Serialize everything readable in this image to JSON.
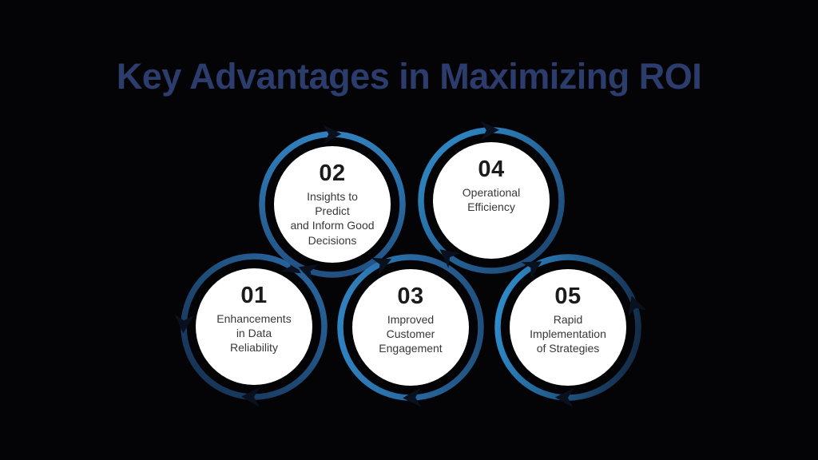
{
  "title": "Key Advantages in Maximizing ROI",
  "colors": {
    "background": "#040406",
    "title": "#2b3c6d",
    "circle_fill": "#ffffff",
    "number_text": "#1b1b1b",
    "label_text": "#383838",
    "arrow_dark": "#0a111e",
    "ring_blue_bright": "#3190cf",
    "ring_blue_mid": "#2d74b0",
    "ring_navy_dark": "#16304f"
  },
  "items": [
    {
      "number": "01",
      "label": "Enhancements\nin Data\nReliability",
      "ring_from": "#2a6ca6",
      "ring_to": "#142c4c"
    },
    {
      "number": "02",
      "label": "Insights to\nPredict\nand Inform Good\nDecisions",
      "ring_from": "#3080bd",
      "ring_to": "#215081"
    },
    {
      "number": "03",
      "label": "Improved\nCustomer\nEngagement",
      "ring_from": "#2f82c0",
      "ring_to": "#21507f"
    },
    {
      "number": "04",
      "label": "Operational\nEfficiency",
      "ring_from": "#3190cf",
      "ring_to": "#1b3f69"
    },
    {
      "number": "05",
      "label": "Rapid\nImplementation\nof Strategies",
      "ring_from": "#2e8ac9",
      "ring_to": "#142c49"
    }
  ]
}
